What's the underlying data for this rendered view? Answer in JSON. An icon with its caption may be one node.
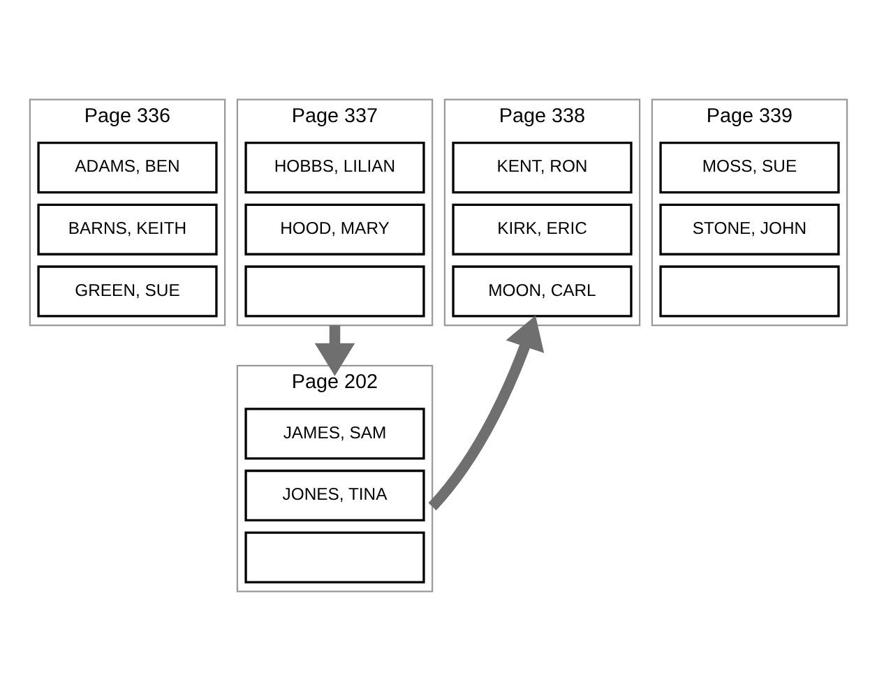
{
  "diagram": {
    "nodes": [
      {
        "text": [
          "Page 336"
        ]
      },
      {
        "text": [
          "ADAMS, BEN"
        ],
        "in": 0
      },
      {
        "text": [
          "BARNS, KEITH"
        ],
        "in": 0
      },
      {
        "text": [
          "GREEN, SUE"
        ],
        "in": 0
      },
      {
        "text": [
          "Page 337"
        ]
      },
      {
        "text": [
          "HOBBS, LILIAN"
        ],
        "in": 4
      },
      {
        "text": [
          "HOOD, MARY"
        ],
        "in": 4
      },
      {
        "text": [],
        "shape": "box",
        "in": 4
      },
      {
        "text": [
          "Page 338"
        ]
      },
      {
        "text": [
          "KENT, RON"
        ],
        "in": 8
      },
      {
        "text": [
          "KIRK, ERIC"
        ],
        "in": 8
      },
      {
        "text": [
          "MOON, CARL"
        ],
        "in": 8
      },
      {
        "text": [
          "Page 339"
        ]
      },
      {
        "text": [
          "MOSS, SUE"
        ],
        "in": 12
      },
      {
        "text": [
          "STONE, JOHN"
        ],
        "in": 12
      },
      {
        "text": [],
        "shape": "box",
        "in": 12
      },
      {
        "text": [
          "Page 202"
        ]
      },
      {
        "text": [
          "JAMES, SAM"
        ],
        "in": 16
      },
      {
        "text": [
          "JONES, TINA"
        ],
        "in": 16
      },
      {
        "text": [],
        "shape": "box",
        "in": 16
      }
    ],
    "edges": [
      {
        "from": 4,
        "to": 16,
        "arrow": "to"
      },
      {
        "from": 16,
        "to": 8,
        "arrow": "to"
      }
    ]
  }
}
